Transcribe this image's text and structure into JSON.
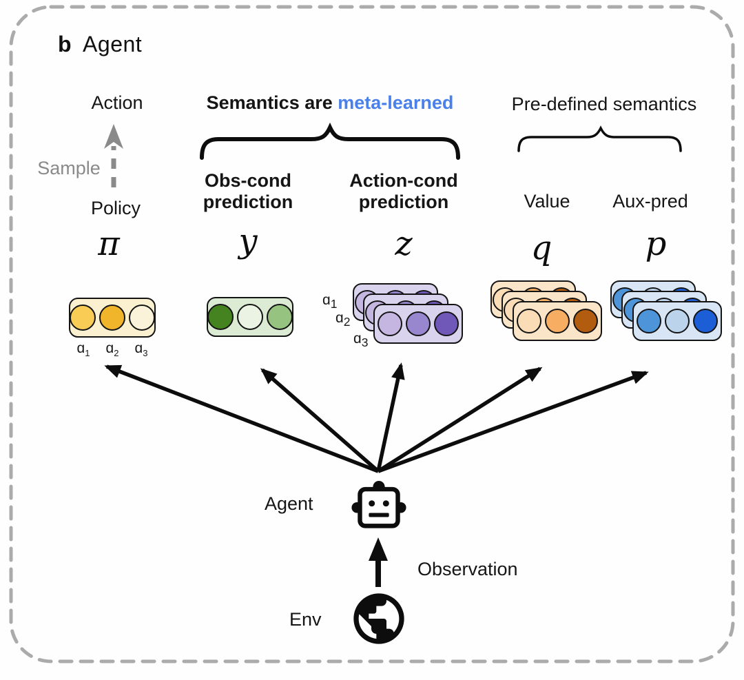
{
  "panel": {
    "index_label": "b",
    "title": "Agent"
  },
  "policy_column": {
    "action_label": "Action",
    "sample_label": "Sample",
    "policy_label": "Policy",
    "symbol": "π"
  },
  "meta_learned": {
    "heading_plain": "Semantics are",
    "heading_accent": "meta-learned",
    "obs_label": "Obs-cond\nprediction",
    "obs_symbol": "y",
    "act_label": "Action-cond\nprediction",
    "act_symbol": "z"
  },
  "predefined": {
    "heading": "Pre-defined semantics",
    "value_label": "Value",
    "value_symbol": "q",
    "aux_label": "Aux-pred",
    "aux_symbol": "p"
  },
  "agent": {
    "label": "Agent"
  },
  "env": {
    "label": "Env",
    "observation_label": "Observation"
  },
  "action_labels": [
    {
      "base": "ɑ",
      "sub": "1"
    },
    {
      "base": "ɑ",
      "sub": "2"
    },
    {
      "base": "ɑ",
      "sub": "3"
    }
  ],
  "colors": {
    "accent_blue": "#4a80e9",
    "muted_gray": "#8a8a8a",
    "border_gray": "#ababab",
    "ink": "#141414",
    "units": {
      "pi": {
        "bg": "#fbf1d0",
        "circles": [
          "#f8cc55",
          "#f0b52b",
          "#fbf2da"
        ]
      },
      "y": {
        "bg": "#dcebd4",
        "circles": [
          "#44831f",
          "#eaf3e4",
          "#97c380"
        ]
      },
      "z": {
        "bg": "#dad3ee",
        "circles": [
          "#c4b6e0",
          "#9886ce",
          "#6f58b8"
        ]
      },
      "q": {
        "bg": "#fae5c8",
        "circles": [
          "#fadcb6",
          "#f7ad62",
          "#b25c10"
        ]
      },
      "p": {
        "bg": "#d7e5f5",
        "circles": [
          "#4e94d8",
          "#bcd4eb",
          "#1b5ed6"
        ]
      }
    }
  }
}
